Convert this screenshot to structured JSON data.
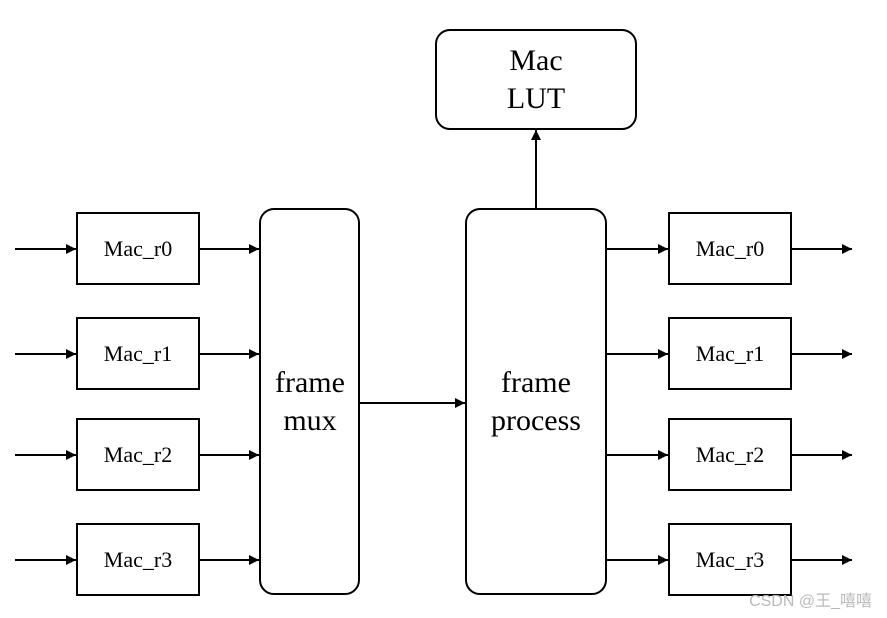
{
  "lut": {
    "line1": "Mac",
    "line2": "LUT"
  },
  "mux": {
    "line1": "frame",
    "line2": "mux"
  },
  "process": {
    "line1": "frame",
    "line2": "process"
  },
  "left_ports": [
    "Mac_r0",
    "Mac_r1",
    "Mac_r2",
    "Mac_r3"
  ],
  "right_ports": [
    "Mac_r0",
    "Mac_r1",
    "Mac_r2",
    "Mac_r3"
  ],
  "watermark": "CSDN @王_嘻嘻"
}
